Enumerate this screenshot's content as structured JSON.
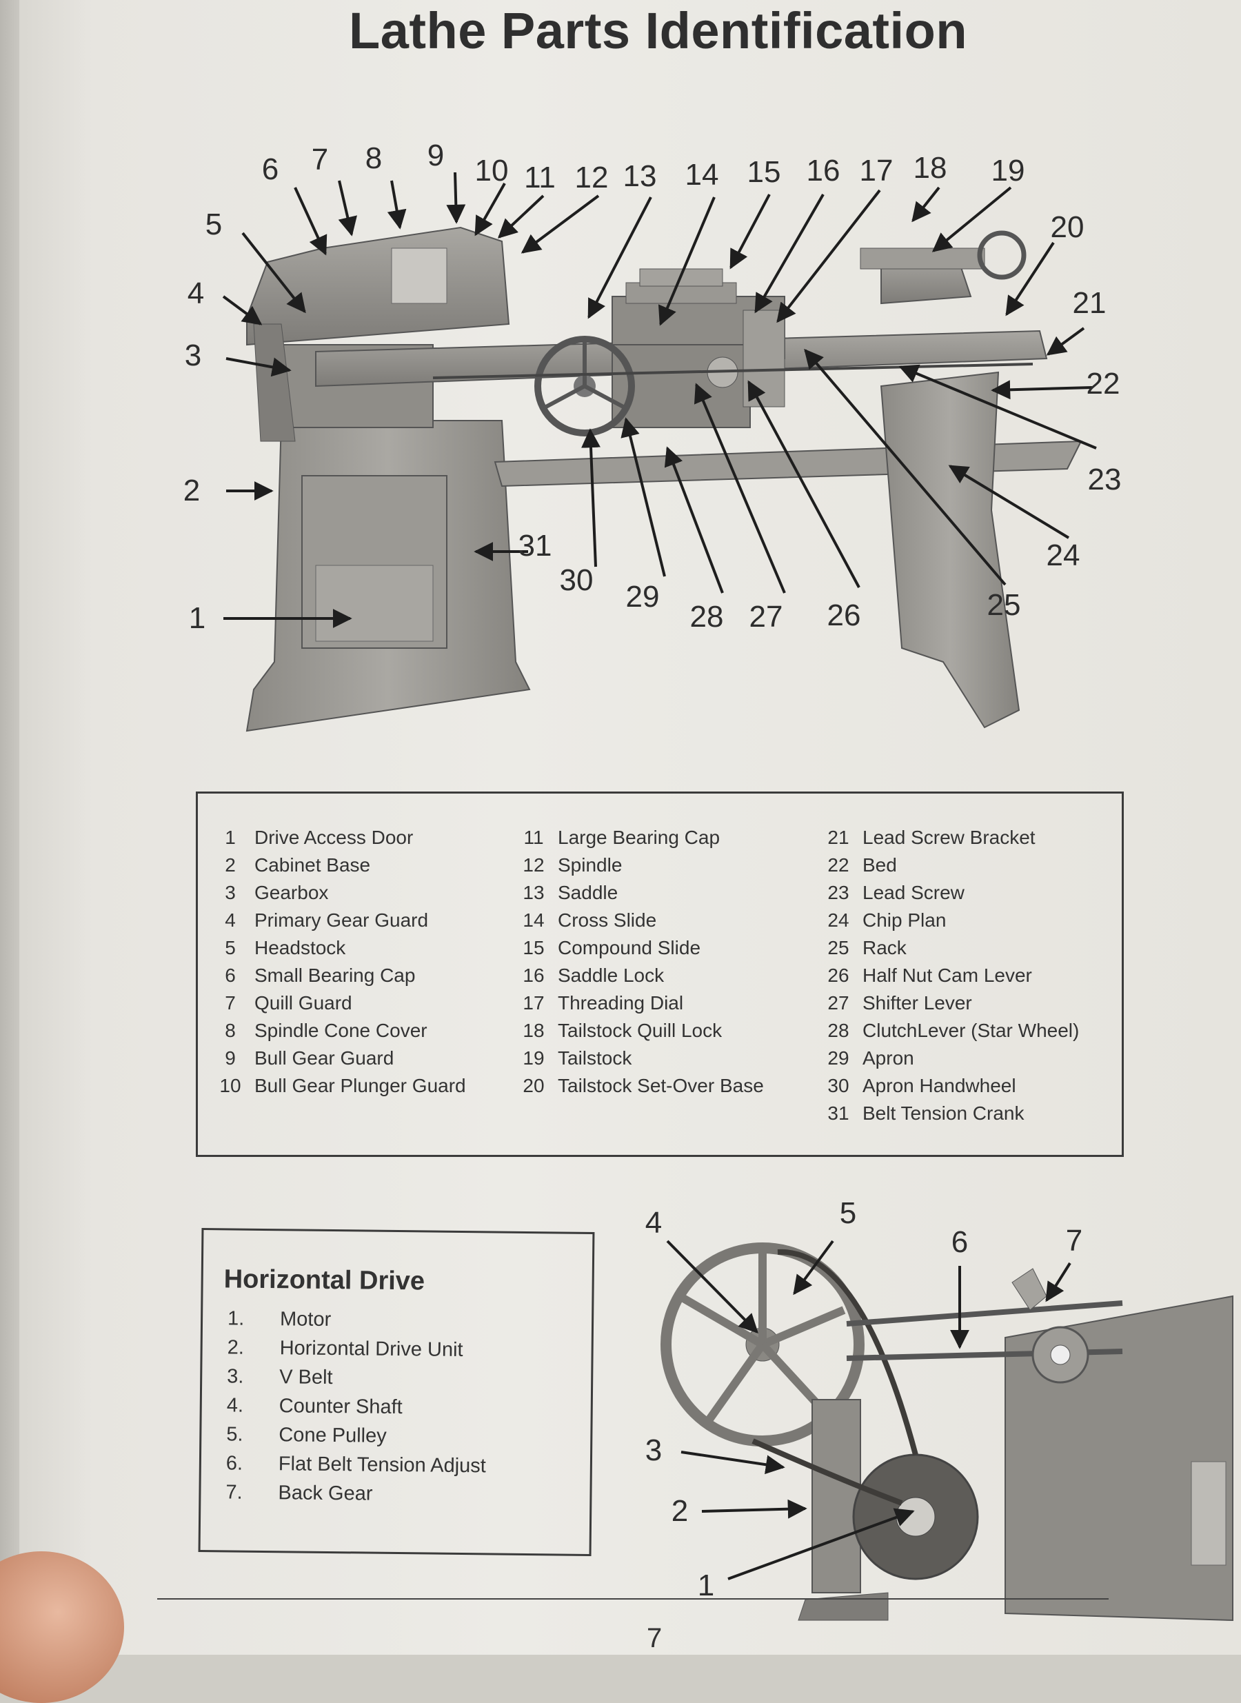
{
  "title": "Lathe Parts Identification",
  "main_callouts": [
    "1",
    "2",
    "3",
    "4",
    "5",
    "6",
    "7",
    "8",
    "9",
    "10",
    "11",
    "12",
    "13",
    "14",
    "15",
    "16",
    "17",
    "18",
    "19",
    "20",
    "21",
    "22",
    "23",
    "24",
    "25",
    "26",
    "27",
    "28",
    "29",
    "30",
    "31"
  ],
  "parts_columns": [
    [
      {
        "num": "1",
        "label": "Drive Access Door"
      },
      {
        "num": "2",
        "label": "Cabinet Base"
      },
      {
        "num": "3",
        "label": "Gearbox"
      },
      {
        "num": "4",
        "label": "Primary Gear Guard"
      },
      {
        "num": "5",
        "label": "Headstock"
      },
      {
        "num": "6",
        "label": "Small Bearing Cap"
      },
      {
        "num": "7",
        "label": "Quill Guard"
      },
      {
        "num": "8",
        "label": "Spindle Cone Cover"
      },
      {
        "num": "9",
        "label": "Bull Gear Guard"
      },
      {
        "num": "10",
        "label": "Bull Gear Plunger Guard"
      }
    ],
    [
      {
        "num": "11",
        "label": "Large Bearing Cap"
      },
      {
        "num": "12",
        "label": "Spindle"
      },
      {
        "num": "13",
        "label": "Saddle"
      },
      {
        "num": "14",
        "label": "Cross Slide"
      },
      {
        "num": "15",
        "label": "Compound Slide"
      },
      {
        "num": "16",
        "label": "Saddle Lock"
      },
      {
        "num": "17",
        "label": "Threading  Dial"
      },
      {
        "num": "18",
        "label": "Tailstock Quill Lock"
      },
      {
        "num": "19",
        "label": "Tailstock"
      },
      {
        "num": "20",
        "label": "Tailstock Set-Over Base"
      }
    ],
    [
      {
        "num": "21",
        "label": "Lead Screw Bracket"
      },
      {
        "num": "22",
        "label": "Bed"
      },
      {
        "num": "23",
        "label": "Lead Screw"
      },
      {
        "num": "24",
        "label": "Chip Plan"
      },
      {
        "num": "25",
        "label": "Rack"
      },
      {
        "num": "26",
        "label": "Half Nut Cam Lever"
      },
      {
        "num": "27",
        "label": "Shifter Lever"
      },
      {
        "num": "28",
        "label": "ClutchLever (Star Wheel)"
      },
      {
        "num": "29",
        "label": "Apron"
      },
      {
        "num": "30",
        "label": "Apron Handwheel"
      },
      {
        "num": "31",
        "label": "Belt Tension Crank"
      }
    ]
  ],
  "horizontal_drive": {
    "title": "Horizontal Drive",
    "items": [
      {
        "num": "1.",
        "label": "Motor"
      },
      {
        "num": "2.",
        "label": "Horizontal Drive Unit"
      },
      {
        "num": "3.",
        "label": "V Belt"
      },
      {
        "num": "4.",
        "label": "Counter Shaft"
      },
      {
        "num": "5.",
        "label": "Cone Pulley"
      },
      {
        "num": "6.",
        "label": "Flat Belt Tension Adjust"
      },
      {
        "num": "7.",
        "label": "Back Gear"
      }
    ]
  },
  "drive_callouts": [
    "1",
    "2",
    "3",
    "4",
    "5",
    "6",
    "7"
  ],
  "page_number": "7"
}
